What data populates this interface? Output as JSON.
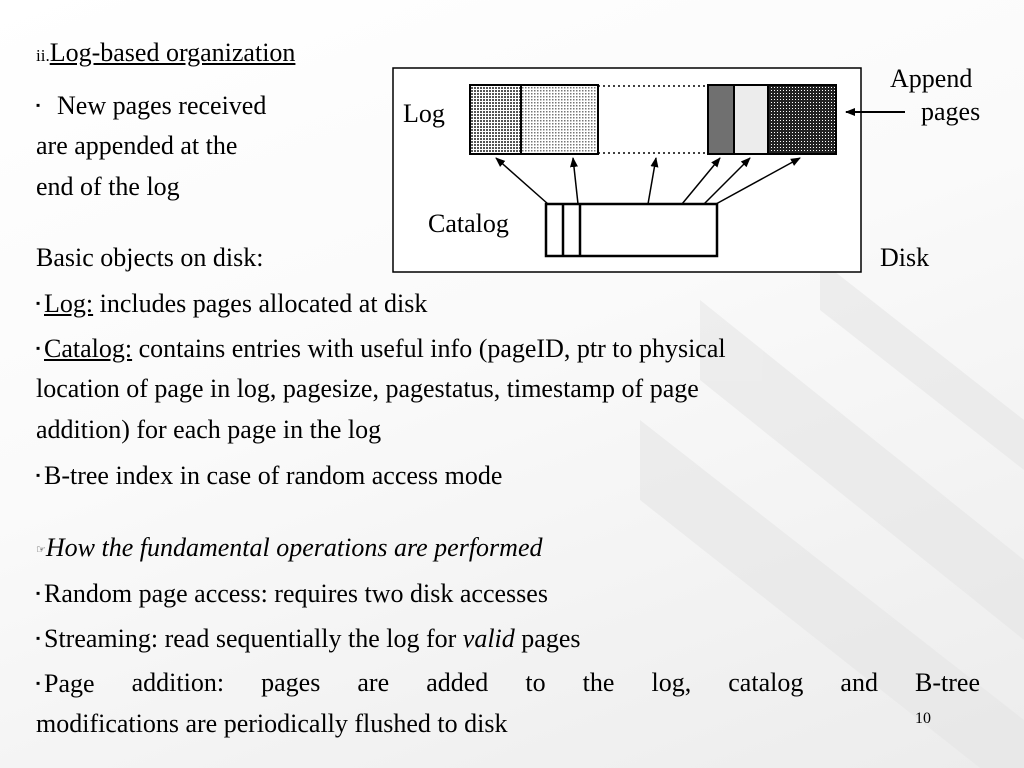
{
  "slide": {
    "section_number": "ii.",
    "section_title": "Log-based organization",
    "intro_lines": [
      "New pages received",
      "are appended at the",
      "end of the log"
    ],
    "basic_objects_heading": "Basic objects on disk:",
    "log_term": "Log:",
    "log_desc": "includes pages allocated at disk",
    "catalog_term": "Catalog:",
    "catalog_desc_line1": "contains entries with useful info (pageID, ptr to physical",
    "catalog_desc_line2": "location of page in log, pagesize, pagestatus, timestamp of page",
    "catalog_desc_line3": "addition) for each page in the log",
    "btree_item": "B-tree index in case of random access mode",
    "operations_heading": "How the fundamental operations are performed",
    "random_access_item": "Random page access: requires two disk accesses",
    "streaming_prefix": "Streaming: read sequentially the log for",
    "streaming_italic": "valid",
    "streaming_suffix": "pages",
    "page_addition_words": [
      "Page",
      "addition:",
      "pages",
      "are",
      "added",
      "to",
      "the",
      "log,",
      "catalog",
      "and",
      "B-tree"
    ],
    "page_addition_line2": "modifications are periodically flushed to disk",
    "page_number": "10"
  },
  "diagram": {
    "log_label": "Log",
    "append_label_line1": "Append",
    "append_label_line2": "pages",
    "catalog_label": "Catalog",
    "disk_label": "Disk"
  }
}
